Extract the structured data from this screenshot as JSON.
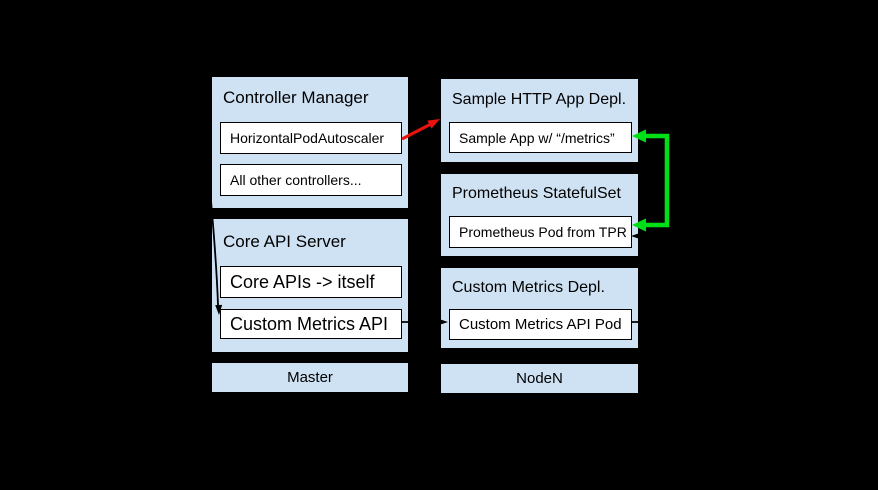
{
  "background": "#000000",
  "palette": {
    "panel_fill": "#cfe2f3",
    "panel_border": "#000000",
    "node_fill": "#ffffff",
    "node_border": "#000000",
    "text": "#000000"
  },
  "groups": [
    {
      "title": "Controller Manager",
      "boxes": [
        "HorizontalPodAutoscaler",
        "All other controllers..."
      ]
    },
    {
      "title": "Core API Server",
      "boxes": [
        "Core APIs -> itself",
        "Custom Metrics API"
      ]
    },
    {
      "title": "Sample HTTP App Depl.",
      "boxes": [
        "Sample App w/ “/metrics”"
      ]
    },
    {
      "title": "Prometheus StatefulSet",
      "boxes": [
        "Prometheus Pod from TPR"
      ]
    },
    {
      "title": "Custom Metrics Depl.",
      "boxes": [
        "Custom Metrics API Pod"
      ]
    }
  ],
  "zones": [
    {
      "label": "Master"
    },
    {
      "label": "NodeN"
    }
  ],
  "connectors": [
    {
      "name": "hpa-to-sample-app-depl",
      "color": "#e8130c",
      "style": "straight-arrow"
    },
    {
      "name": "hpa-to-custom-metrics-api",
      "color": "#000000",
      "style": "curved-arrow"
    },
    {
      "name": "custom-metrics-api-to-pod",
      "color": "#000000",
      "style": "straight-arrow"
    },
    {
      "name": "pod-to-prometheus-pod",
      "color": "#000000",
      "style": "elbow-arrow"
    },
    {
      "name": "prometheus-to-sample-app-scrape",
      "color": "#00de17",
      "style": "elbow-double-arrow"
    }
  ]
}
